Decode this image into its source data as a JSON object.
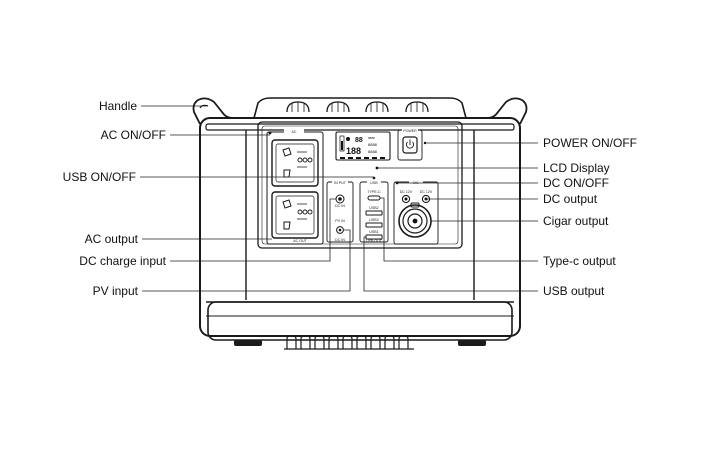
{
  "labels_left": {
    "handle": "Handle",
    "ac_onoff": "AC ON/OFF",
    "usb_onoff": "USB ON/OFF",
    "ac_output": "AC output",
    "dc_charge_input": "DC charge input",
    "pv_input": "PV input"
  },
  "labels_right": {
    "power_onoff": "POWER ON/OFF",
    "lcd_display": "LCD Display",
    "dc_onoff": "DC ON/OFF",
    "dc_output": "DC output",
    "cigar_output": "Cigar output",
    "typec_output": "Type-c output",
    "usb_output": "USB output"
  },
  "panel_text": {
    "ac": "AC",
    "ac_out": "AC OUT",
    "power": "POWER",
    "usb": "USB",
    "dc": "DC",
    "input": "IN PUT",
    "dc_in": "DC IN",
    "pv_in": "PV IN",
    "dc_in2": "DC IN",
    "type_c": "TYPE-C",
    "usb2": "USB2",
    "usb3": "USB3",
    "usb1": "USB1",
    "usb_out": "USB OUT",
    "dc12v_a": "DC 12V",
    "dc12v_b": "DC 12V"
  }
}
